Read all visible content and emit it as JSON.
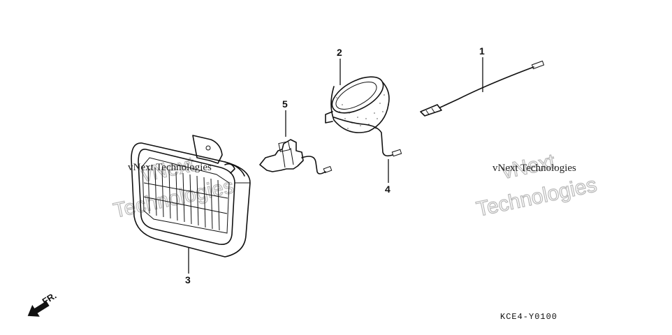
{
  "callouts": [
    {
      "id": "1",
      "label": "1"
    },
    {
      "id": "2",
      "label": "2"
    },
    {
      "id": "3",
      "label": "3"
    },
    {
      "id": "4",
      "label": "4"
    },
    {
      "id": "5",
      "label": "5"
    }
  ],
  "direction_label": "FR.",
  "diagram_code": "KCE4-Y0100",
  "watermarks": {
    "brand_line": "vNext Technologies",
    "big_word_1": "vNext",
    "big_word_2": "Technologies"
  },
  "icons": {
    "direction_arrow": "front-direction-arrow-icon"
  }
}
